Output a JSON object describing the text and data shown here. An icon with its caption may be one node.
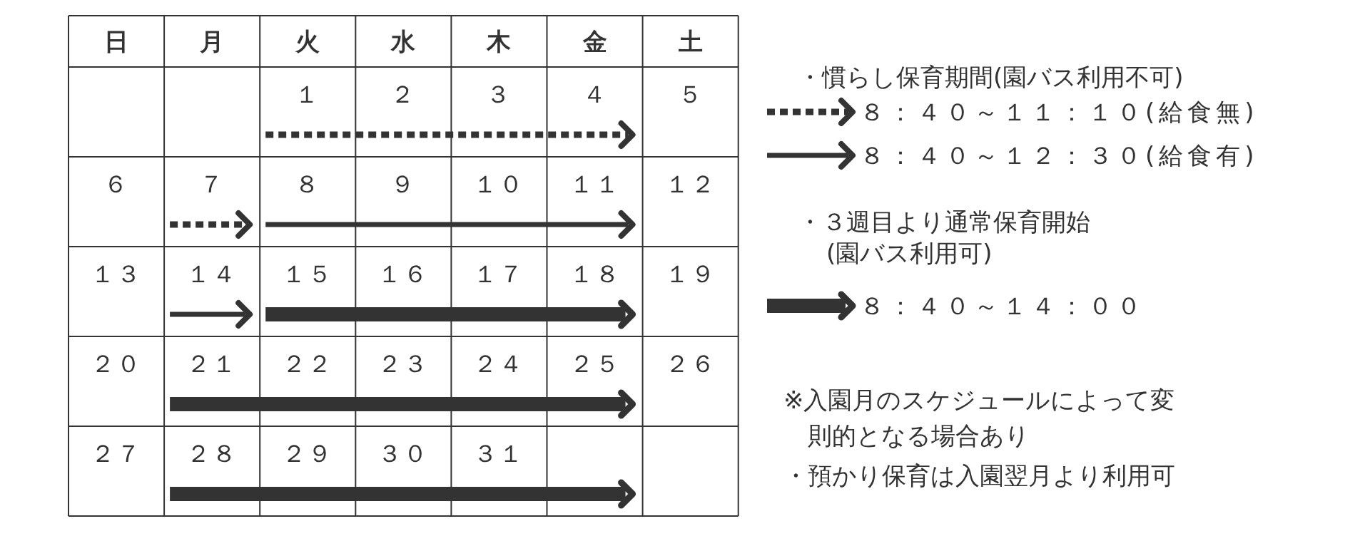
{
  "diagram": {
    "labels": [
      "日",
      "月",
      "火",
      "水",
      "木",
      "金",
      "土",
      "１",
      "２",
      "３",
      "４",
      "５",
      "６",
      "７",
      "８",
      "９",
      "１０",
      "１１",
      "１２",
      "１３",
      "１４",
      "１５",
      "１６",
      "１７",
      "１８",
      "１９",
      "２０",
      "２１",
      "２２",
      "２３",
      "２４",
      "２５",
      "２６",
      "２７",
      "２８",
      "２９",
      "３０",
      "３１",
      "・慣らし保育期間(園バス利用不可)",
      "・３週目より通常保育開始",
      "(園バス利用可)",
      "※入園月のスケジュールによって変則的となる場合あり",
      "・預かり保育は入園翌月より利用可"
    ],
    "legend": [
      {
        "text": "８：４０～１１：１０(給食無)"
      },
      {
        "text": "８：４０～１２：３０(給食有)"
      },
      {
        "text": "８：４０～１４：００"
      }
    ]
  }
}
